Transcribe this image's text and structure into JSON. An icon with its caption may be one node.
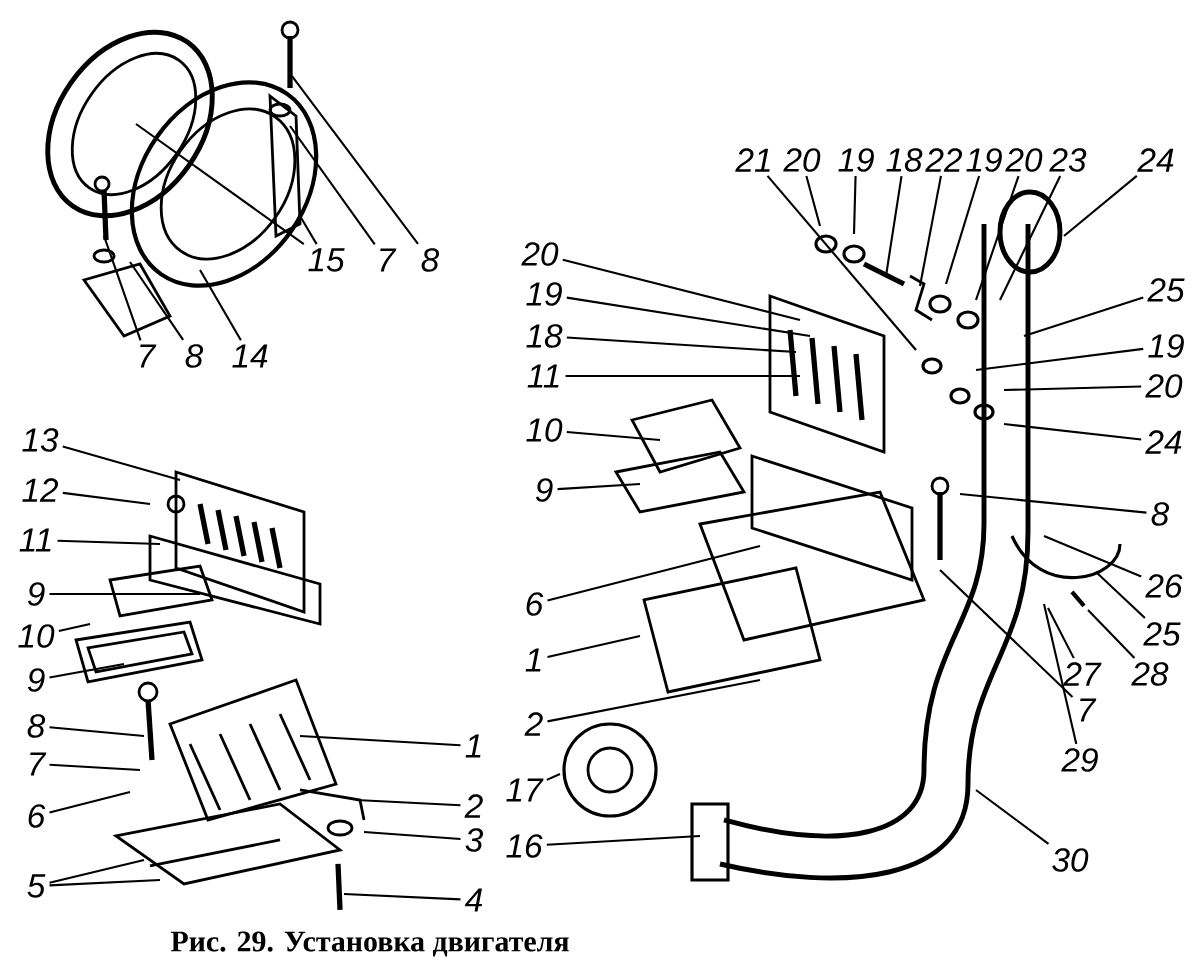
{
  "diagram": {
    "caption": "Рис. 29. Установка двигателя",
    "nodes": [
      {
        "text": [
          "15"
        ]
      },
      {
        "text": [
          "7"
        ]
      },
      {
        "text": [
          "8"
        ]
      },
      {
        "text": [
          "7"
        ]
      },
      {
        "text": [
          "8"
        ]
      },
      {
        "text": [
          "14"
        ]
      },
      {
        "text": [
          "21"
        ]
      },
      {
        "text": [
          "20"
        ]
      },
      {
        "text": [
          "19"
        ]
      },
      {
        "text": [
          "18"
        ]
      },
      {
        "text": [
          "22"
        ]
      },
      {
        "text": [
          "19"
        ]
      },
      {
        "text": [
          "20"
        ]
      },
      {
        "text": [
          "23"
        ]
      },
      {
        "text": [
          "24"
        ]
      },
      {
        "text": [
          "20"
        ]
      },
      {
        "text": [
          "19"
        ]
      },
      {
        "text": [
          "18"
        ]
      },
      {
        "text": [
          "11"
        ]
      },
      {
        "text": [
          "10"
        ]
      },
      {
        "text": [
          "9"
        ]
      },
      {
        "text": [
          "25"
        ]
      },
      {
        "text": [
          "19"
        ]
      },
      {
        "text": [
          "20"
        ]
      },
      {
        "text": [
          "24"
        ]
      },
      {
        "text": [
          "13"
        ]
      },
      {
        "text": [
          "12"
        ]
      },
      {
        "text": [
          "11"
        ]
      },
      {
        "text": [
          "9"
        ]
      },
      {
        "text": [
          "10"
        ]
      },
      {
        "text": [
          "9"
        ]
      },
      {
        "text": [
          "8"
        ]
      },
      {
        "text": [
          "7"
        ]
      },
      {
        "text": [
          "6"
        ]
      },
      {
        "text": [
          "5"
        ]
      },
      {
        "text": [
          "1"
        ]
      },
      {
        "text": [
          "2"
        ]
      },
      {
        "text": [
          "3"
        ]
      },
      {
        "text": [
          "4"
        ]
      },
      {
        "text": [
          "6"
        ]
      },
      {
        "text": [
          "1"
        ]
      },
      {
        "text": [
          "2"
        ]
      },
      {
        "text": [
          "17"
        ]
      },
      {
        "text": [
          "16"
        ]
      },
      {
        "text": [
          "8"
        ]
      },
      {
        "text": [
          "26"
        ]
      },
      {
        "text": [
          "25"
        ]
      },
      {
        "text": [
          "27"
        ]
      },
      {
        "text": [
          "28"
        ]
      },
      {
        "text": [
          "7"
        ]
      },
      {
        "text": [
          "29"
        ]
      },
      {
        "text": [
          "30"
        ]
      }
    ],
    "edges": [
      {
        "from": 0,
        "to": null,
        "arrow": "none"
      },
      {
        "from": 0,
        "to": null,
        "arrow": "none"
      },
      {
        "from": 1,
        "to": null,
        "arrow": "none"
      },
      {
        "from": 2,
        "to": null,
        "arrow": "none"
      },
      {
        "from": 3,
        "to": null,
        "arrow": "none"
      },
      {
        "from": 4,
        "to": null,
        "arrow": "none"
      },
      {
        "from": 5,
        "to": null,
        "arrow": "none"
      },
      {
        "from": 6,
        "to": null,
        "arrow": "none"
      },
      {
        "from": 7,
        "to": null,
        "arrow": "none"
      },
      {
        "from": 8,
        "to": null,
        "arrow": "none"
      },
      {
        "from": 9,
        "to": null,
        "arrow": "none"
      },
      {
        "from": 10,
        "to": null,
        "arrow": "none"
      },
      {
        "from": 11,
        "to": null,
        "arrow": "none"
      },
      {
        "from": 12,
        "to": null,
        "arrow": "none"
      },
      {
        "from": 13,
        "to": null,
        "arrow": "none"
      },
      {
        "from": 14,
        "to": null,
        "arrow": "none"
      },
      {
        "from": 15,
        "to": null,
        "arrow": "none"
      },
      {
        "from": 16,
        "to": null,
        "arrow": "none"
      },
      {
        "from": 17,
        "to": null,
        "arrow": "none"
      },
      {
        "from": 18,
        "to": null,
        "arrow": "none"
      },
      {
        "from": 19,
        "to": null,
        "arrow": "none"
      },
      {
        "from": 20,
        "to": null,
        "arrow": "none"
      },
      {
        "from": 21,
        "to": null,
        "arrow": "none"
      },
      {
        "from": 22,
        "to": null,
        "arrow": "none"
      },
      {
        "from": 23,
        "to": null,
        "arrow": "none"
      },
      {
        "from": 24,
        "to": null,
        "arrow": "none"
      },
      {
        "from": 25,
        "to": null,
        "arrow": "none"
      },
      {
        "from": 26,
        "to": null,
        "arrow": "none"
      },
      {
        "from": 27,
        "to": null,
        "arrow": "none"
      },
      {
        "from": 28,
        "to": null,
        "arrow": "none"
      },
      {
        "from": 29,
        "to": null,
        "arrow": "none"
      },
      {
        "from": 30,
        "to": null,
        "arrow": "none"
      },
      {
        "from": 31,
        "to": null,
        "arrow": "none"
      },
      {
        "from": 32,
        "to": null,
        "arrow": "none"
      },
      {
        "from": 33,
        "to": null,
        "arrow": "none"
      },
      {
        "from": 34,
        "to": null,
        "arrow": "none"
      },
      {
        "from": 34,
        "to": null,
        "arrow": "none"
      },
      {
        "from": 35,
        "to": null,
        "arrow": "none"
      },
      {
        "from": 36,
        "to": null,
        "arrow": "none"
      },
      {
        "from": 37,
        "to": null,
        "arrow": "none"
      },
      {
        "from": 38,
        "to": null,
        "arrow": "none"
      },
      {
        "from": 39,
        "to": null,
        "arrow": "none"
      },
      {
        "from": 40,
        "to": null,
        "arrow": "none"
      },
      {
        "from": 41,
        "to": null,
        "arrow": "none"
      },
      {
        "from": 42,
        "to": null,
        "arrow": "none"
      },
      {
        "from": 43,
        "to": null,
        "arrow": "none"
      },
      {
        "from": 44,
        "to": null,
        "arrow": "none"
      },
      {
        "from": 45,
        "to": null,
        "arrow": "none"
      },
      {
        "from": 46,
        "to": null,
        "arrow": "none"
      },
      {
        "from": 47,
        "to": null,
        "arrow": "none"
      },
      {
        "from": 48,
        "to": null,
        "arrow": "none"
      },
      {
        "from": 49,
        "to": null,
        "arrow": "none"
      },
      {
        "from": 50,
        "to": null,
        "arrow": "none"
      },
      {
        "from": 51,
        "to": null,
        "arrow": "none"
      }
    ]
  }
}
